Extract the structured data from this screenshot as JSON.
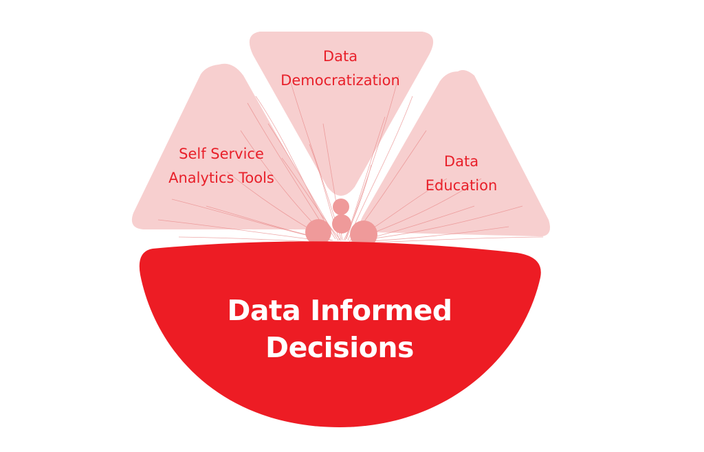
{
  "colors": {
    "accent_red": "#ed1c24",
    "petal_fill": "#f7cfcf",
    "circle_fill": "#ef9a9a",
    "strand_color": "#e98a8a"
  },
  "petals": {
    "left": {
      "line1": "Self Service",
      "line2": "Analytics Tools"
    },
    "top": {
      "line1": "Data",
      "line2": "Democratization"
    },
    "right": {
      "line1": "Data",
      "line2": "Education"
    }
  },
  "main": {
    "line1": "Data Informed",
    "line2": "Decisions"
  }
}
